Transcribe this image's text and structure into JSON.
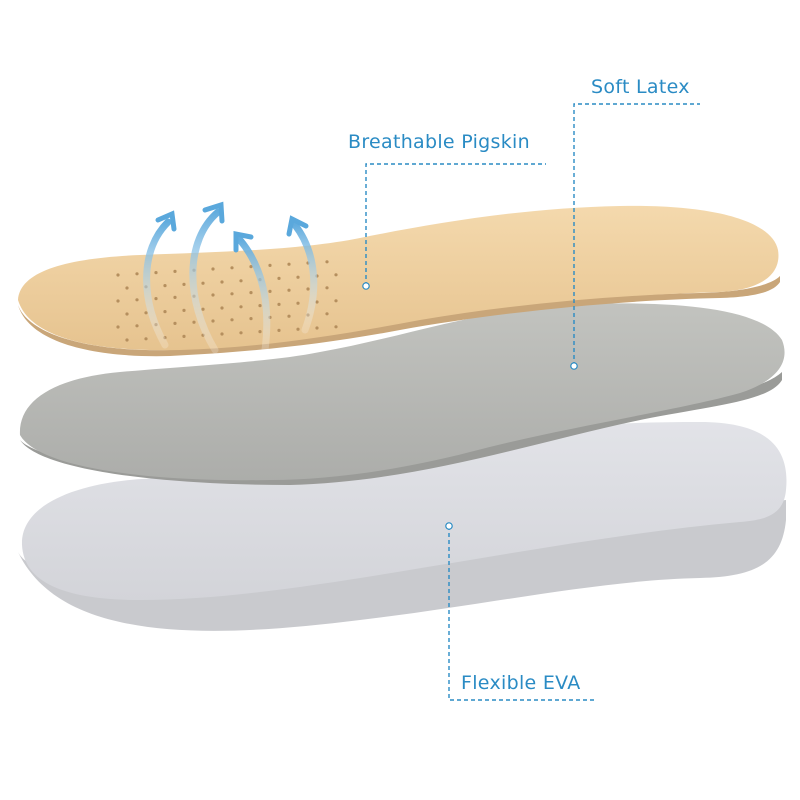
{
  "labels": {
    "pigskin": "Breathable Pigskin",
    "latex": "Soft Latex",
    "eva": "Flexible EVA"
  },
  "colors": {
    "accent": "#2a8bc4",
    "pigskin": "#efcf9e",
    "latex": "#b9bab6",
    "eva": "#dcdde1",
    "airflow": "#8fc3e6"
  },
  "icons": {
    "airflow": "airflow-arrows-icon"
  }
}
